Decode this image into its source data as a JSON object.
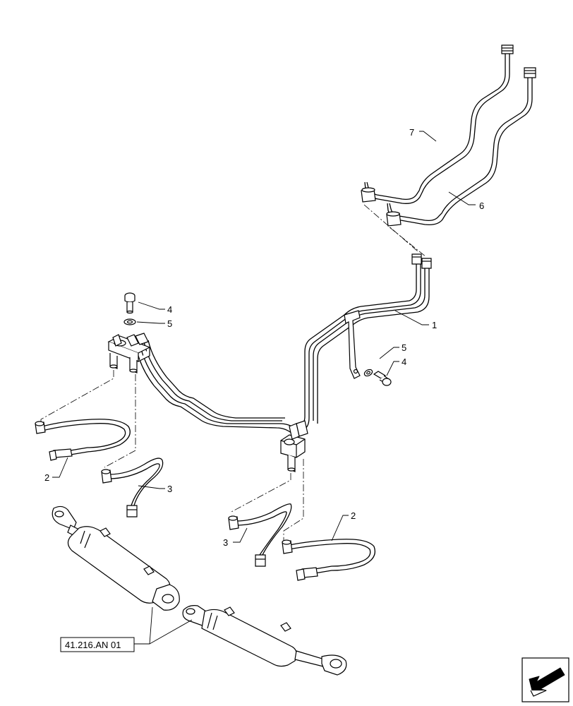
{
  "callouts": {
    "c1": "1",
    "c2_left": "2",
    "c2_right": "2",
    "c3_left": "3",
    "c3_right": "3",
    "c4_top": "4",
    "c4_right": "4",
    "c5_top": "5",
    "c5_right": "5",
    "c6": "6",
    "c7": "7"
  },
  "reference": {
    "label": "41.216.AN 01"
  },
  "nav": {
    "icon": "next-page-arrow-icon"
  }
}
